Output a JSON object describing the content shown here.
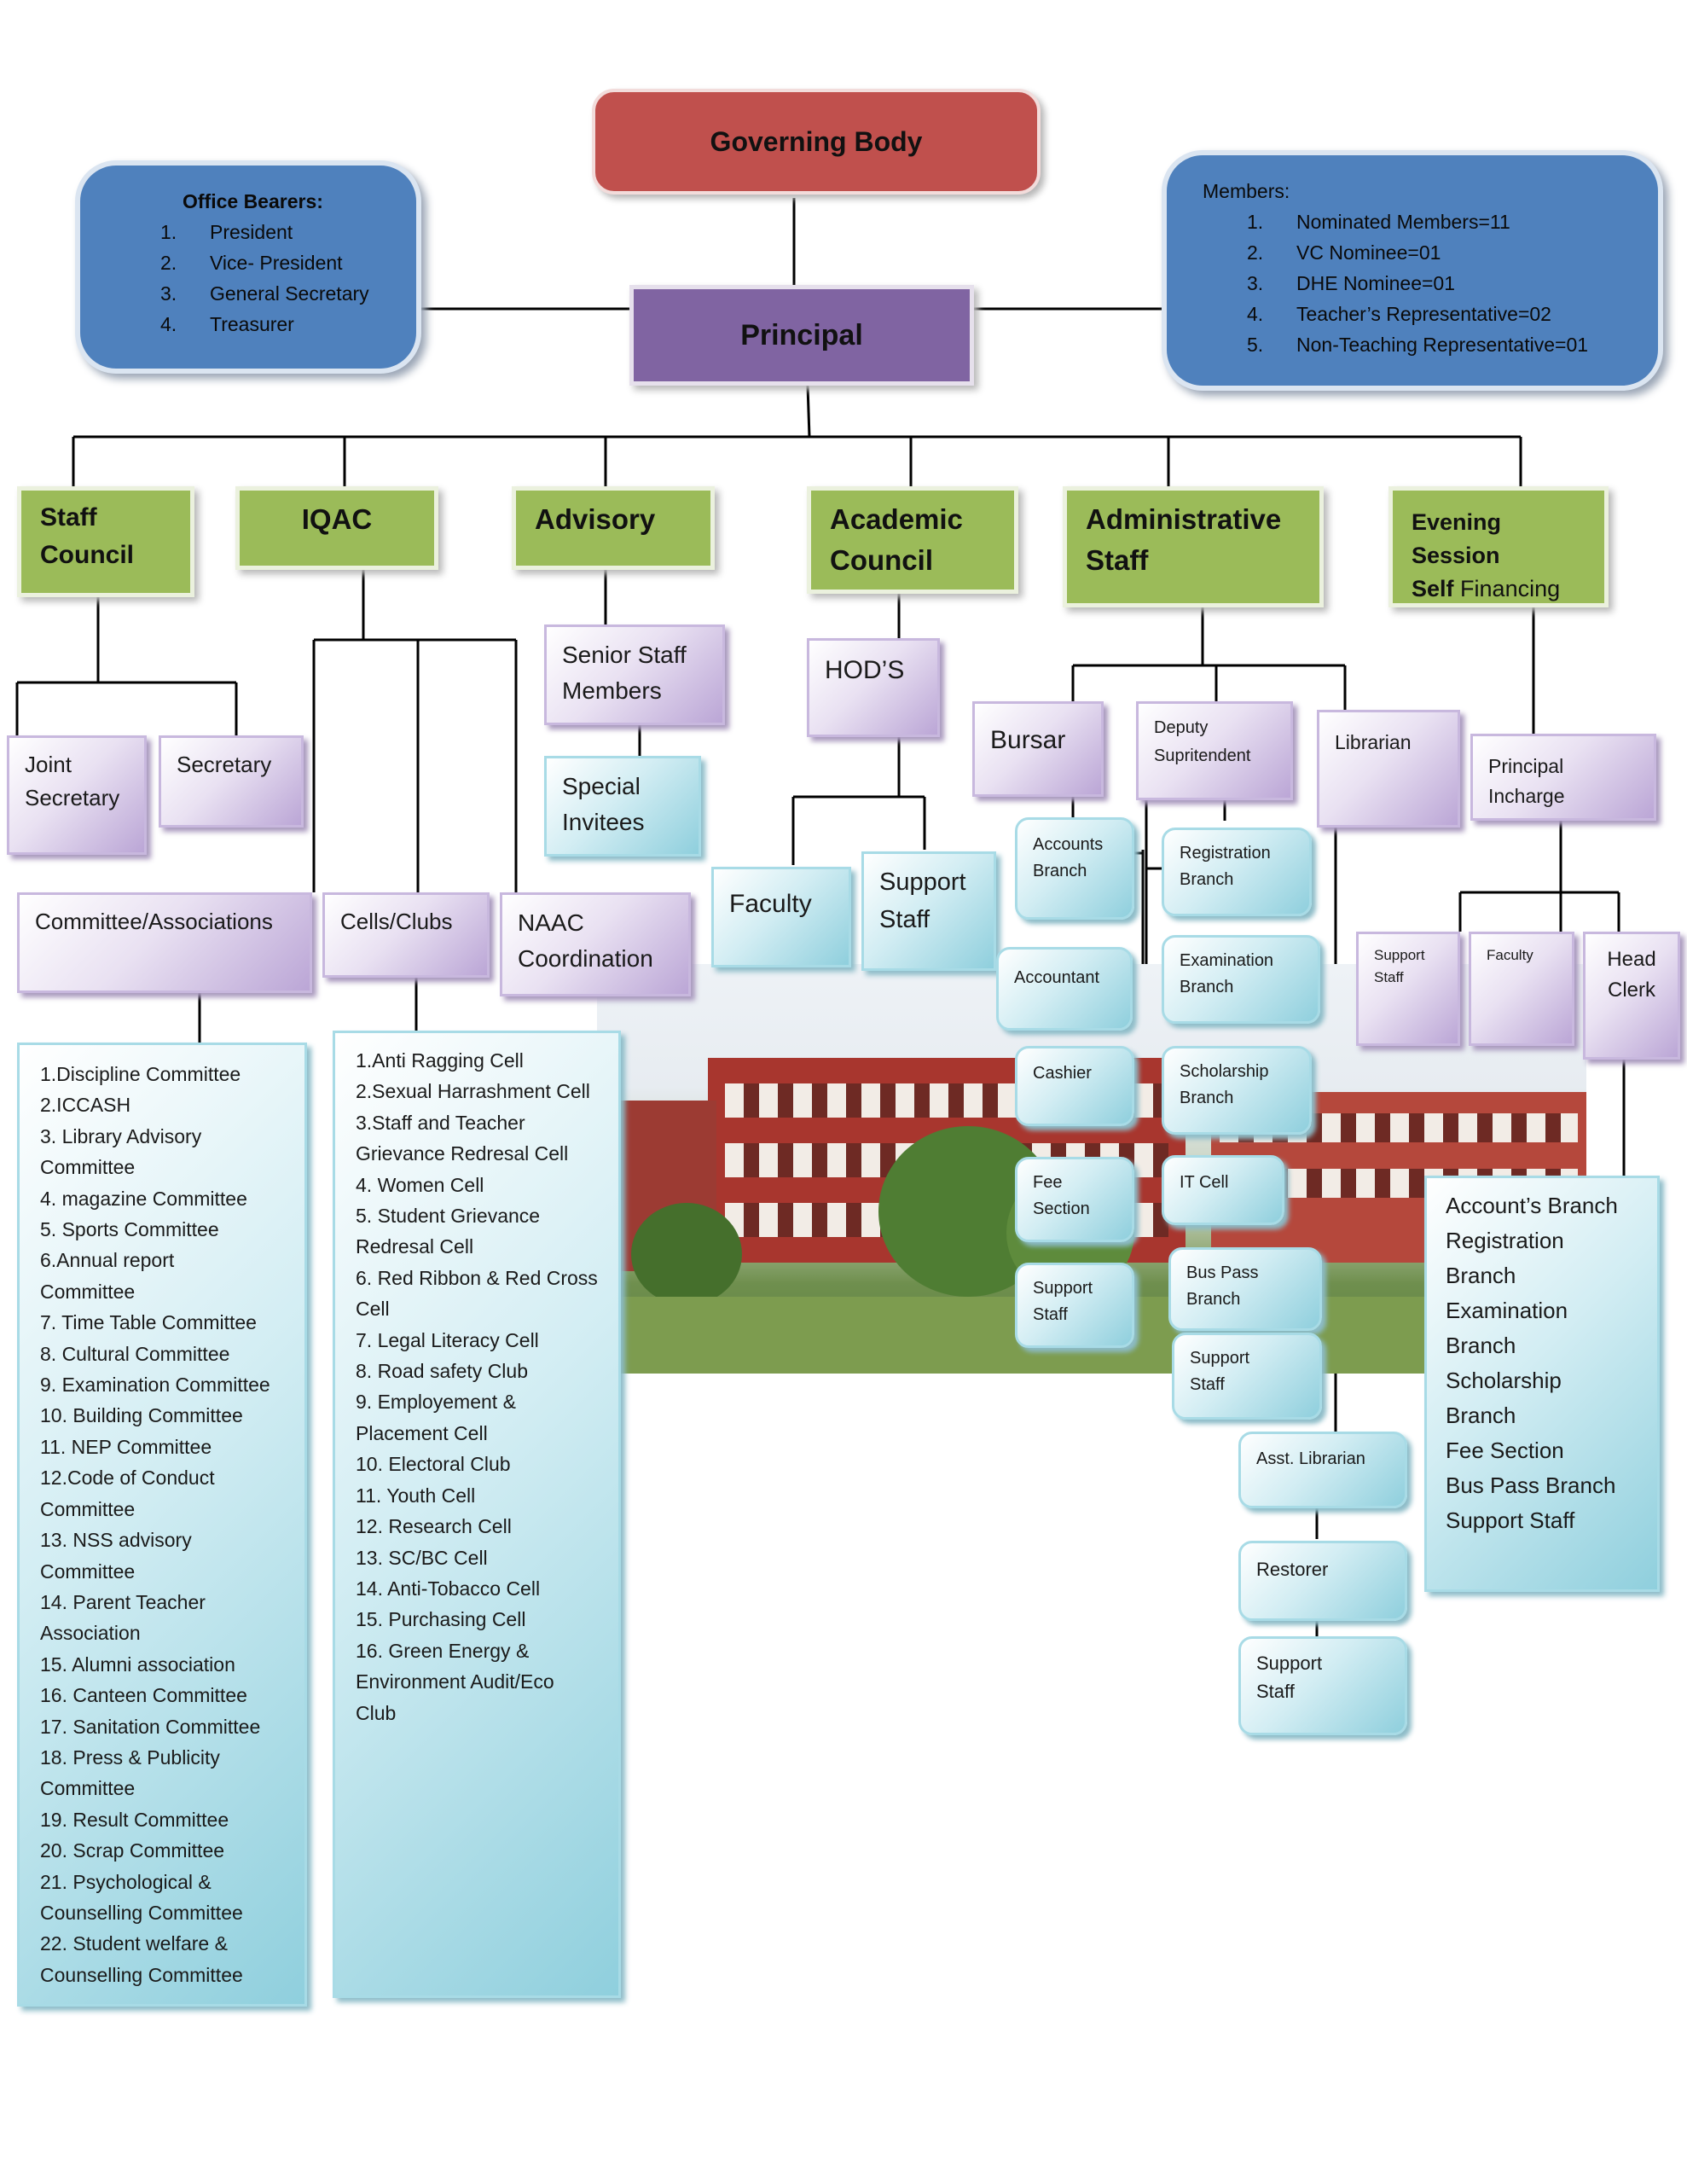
{
  "governing_body": "Governing Body",
  "office_bearers": {
    "heading": "Office Bearers:",
    "items": [
      {
        "num": "1.",
        "text": "President"
      },
      {
        "num": "2.",
        "text": "Vice- President"
      },
      {
        "num": "3.",
        "text": "General Secretary"
      },
      {
        "num": "4.",
        "text": "Treasurer"
      }
    ]
  },
  "members": {
    "heading": "Members:",
    "items": [
      {
        "num": "1.",
        "text": "Nominated Members=11"
      },
      {
        "num": "2.",
        "text": "VC Nominee=01"
      },
      {
        "num": "3.",
        "text": "DHE Nominee=01"
      },
      {
        "num": "4.",
        "text": "Teacher’s Representative=02"
      },
      {
        "num": "5.",
        "text": "Non-Teaching Representative=01"
      }
    ]
  },
  "principal": "Principal",
  "units": {
    "staff_council": [
      "Staff",
      "Council"
    ],
    "iqac": "IQAC",
    "advisory": "Advisory",
    "academic_council": [
      "Academic",
      "Council"
    ],
    "administrative_staff": [
      "Administrative",
      "Staff"
    ],
    "evening_session": [
      "Evening Session",
      "Self",
      "Financing"
    ]
  },
  "staff_council_children": {
    "joint_secretary": [
      "Joint",
      "Secretary"
    ],
    "secretary": "Secretary"
  },
  "iqac_children": {
    "committee_associations": "Committee/Associations",
    "cells_clubs": "Cells/Clubs",
    "naac": [
      "NAAC",
      "Coordination"
    ]
  },
  "advisory_children": {
    "senior_staff": [
      "Senior Staff",
      "Members"
    ],
    "special_invitees": [
      "Special",
      "Invitees"
    ]
  },
  "academic_children": {
    "hods": "HOD’S",
    "faculty": "Faculty",
    "support_staff": [
      "Support",
      "Staff"
    ]
  },
  "admin_children": {
    "bursar": "Bursar",
    "deputy": [
      "Deputy",
      "Supritendent"
    ],
    "librarian": "Librarian",
    "bursar_branches": [
      [
        "Accounts",
        "Branch"
      ],
      [
        "Accountant"
      ],
      [
        "Cashier"
      ],
      [
        "Fee",
        "Section"
      ],
      [
        "Support",
        "Staff"
      ]
    ],
    "deputy_branches": [
      [
        "Registration",
        "Branch"
      ],
      [
        "Examination",
        "Branch"
      ],
      [
        "Scholarship",
        "Branch"
      ],
      [
        "IT Cell"
      ],
      [
        "Bus Pass",
        "Branch"
      ],
      [
        "Support",
        "Staff"
      ]
    ],
    "library_staff": [
      [
        "Asst. Librarian"
      ],
      [
        "Restorer"
      ],
      [
        "Support",
        "Staff"
      ]
    ]
  },
  "evening_children": {
    "principal_incharge": "Principal Incharge",
    "support_staff": [
      "Support",
      "Staff"
    ],
    "faculty": "Faculty",
    "head_clerk": [
      "Head",
      "Clerk"
    ],
    "head_clerk_list": [
      "Account’s Branch",
      "Registration",
      "Branch",
      "Examination",
      "Branch",
      "Scholarship",
      "Branch",
      "Fee Section",
      "Bus Pass Branch",
      "Support Staff"
    ]
  },
  "committees": [
    "1.Discipline Committee",
    "2.ICCASH",
    "3. Library Advisory",
    "Committee",
    "4. magazine Committee",
    "5. Sports Committee",
    "6.Annual report",
    "Committee",
    "7. Time Table Committee",
    "8. Cultural Committee",
    "9. Examination Committee",
    "10. Building Committee",
    "11. NEP Committee",
    "12.Code of Conduct",
    "Committee",
    "13. NSS advisory",
    "Committee",
    "14. Parent Teacher",
    "Association",
    "15. Alumni association",
    "16. Canteen Committee",
    "17. Sanitation Committee",
    "18. Press & Publicity",
    "Committee",
    "19. Result Committee",
    "20. Scrap Committee",
    "21. Psychological &",
    "Counselling Committee",
    "22. Student welfare &",
    "Counselling Committee"
  ],
  "cells": [
    "1.Anti Ragging Cell",
    "2.Sexual Harrashment Cell",
    "3.Staff and Teacher",
    "Grievance Redresal Cell",
    "4. Women Cell",
    "5. Student Grievance",
    "Redresal Cell",
    "6. Red Ribbon & Red Cross",
    "Cell",
    "7. Legal Literacy Cell",
    "8. Road safety Club",
    "9. Employement &",
    "Placement Cell",
    "10. Electoral Club",
    "11. Youth Cell",
    "12. Research Cell",
    "13. SC/BC Cell",
    "14. Anti-Tobacco Cell",
    "15. Purchasing Cell",
    "16. Green Energy &",
    "Environment Audit/Eco",
    "Club"
  ],
  "colors": {
    "governing": "#c0504d",
    "office": "#4f81bd",
    "principal": "#8064a2",
    "unit": "#9bbb59",
    "lavender": "#bba6d6",
    "cyan": "#8fcfdd"
  }
}
